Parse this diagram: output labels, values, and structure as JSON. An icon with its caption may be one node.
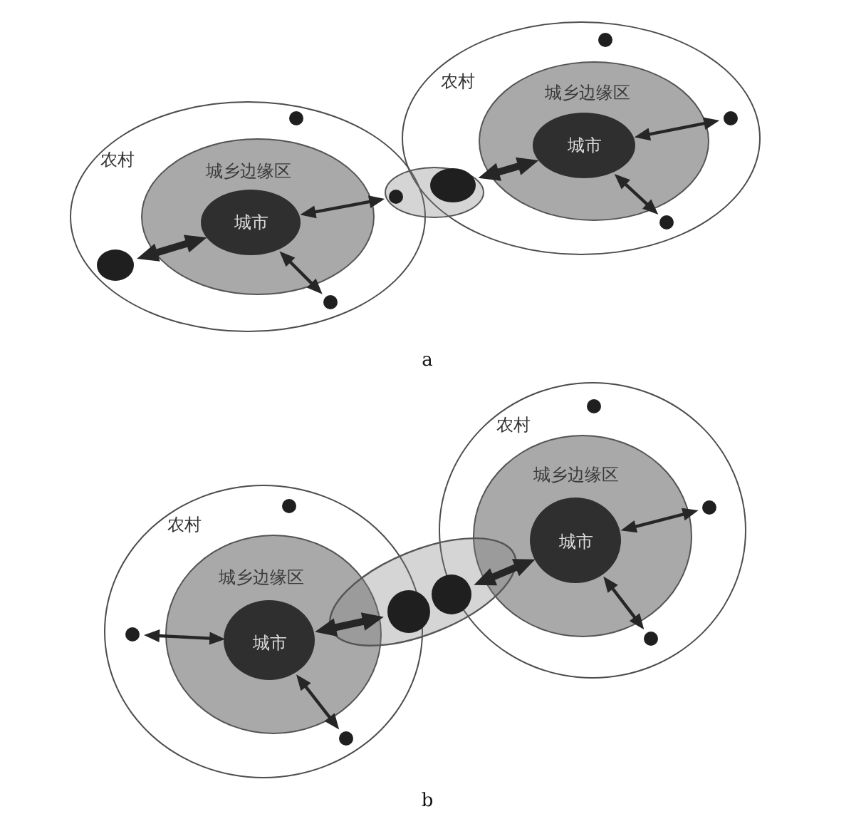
{
  "diagram": {
    "nodes": [
      {
        "text": [
          "农村"
        ]
      },
      {
        "text": [
          "城乡边缘区"
        ],
        "in": 0
      },
      {
        "text": [
          "城市"
        ],
        "in": 1
      },
      {
        "text": [],
        "shape": "circle",
        "in": 0
      },
      {
        "text": [],
        "shape": "circle",
        "in": 0
      },
      {
        "text": [],
        "shape": "circle",
        "in": 0
      },
      {
        "text": [],
        "shape": "ellipse"
      },
      {
        "text": [],
        "shape": "circle"
      },
      {
        "text": [],
        "shape": "circle",
        "in": 6
      },
      {
        "text": [
          "农村"
        ]
      },
      {
        "text": [
          "城乡边缘区"
        ],
        "in": 9
      },
      {
        "text": [
          "城市"
        ],
        "in": 10
      },
      {
        "text": [],
        "shape": "circle",
        "in": 9
      },
      {
        "text": [],
        "shape": "circle",
        "in": 9
      },
      {
        "text": [],
        "shape": "circle",
        "in": 9
      },
      {
        "text": [
          "农村"
        ]
      },
      {
        "text": [
          "城乡边缘区"
        ],
        "in": 15
      },
      {
        "text": [
          "城市"
        ],
        "in": 16
      },
      {
        "text": [],
        "shape": "circle",
        "in": 15
      },
      {
        "text": [],
        "shape": "circle",
        "in": 15
      },
      {
        "text": [],
        "shape": "circle",
        "in": 15
      },
      {
        "text": [],
        "shape": "ellipse"
      },
      {
        "text": [],
        "shape": "circle",
        "in": 21
      },
      {
        "text": [],
        "shape": "circle",
        "in": 21
      },
      {
        "text": [
          "农村"
        ]
      },
      {
        "text": [
          "城乡边缘区"
        ],
        "in": 24
      },
      {
        "text": [
          "城市"
        ],
        "in": 25
      },
      {
        "text": [],
        "shape": "circle",
        "in": 24
      },
      {
        "text": [],
        "shape": "circle",
        "in": 24
      },
      {
        "text": [],
        "shape": "circle",
        "in": 24
      }
    ],
    "edges": [
      {
        "from": 4,
        "to": 2,
        "arrow": "both",
        "style": "thick"
      },
      {
        "from": 7,
        "to": 2,
        "arrow": "both"
      },
      {
        "from": 5,
        "to": 2,
        "arrow": "both"
      },
      {
        "from": 8,
        "to": 11,
        "arrow": "both",
        "style": "thick"
      },
      {
        "from": 13,
        "to": 11,
        "arrow": "both"
      },
      {
        "from": 14,
        "to": 11,
        "arrow": "both"
      },
      {
        "from": 19,
        "to": 17,
        "arrow": "both"
      },
      {
        "from": 22,
        "to": 17,
        "arrow": "both",
        "style": "thick"
      },
      {
        "from": 20,
        "to": 17,
        "arrow": "both"
      },
      {
        "from": 23,
        "to": 26,
        "arrow": "both",
        "style": "thick"
      },
      {
        "from": 28,
        "to": 26,
        "arrow": "both"
      },
      {
        "from": 29,
        "to": 26,
        "arrow": "both"
      }
    ],
    "labels": [
      "a",
      "b"
    ]
  }
}
